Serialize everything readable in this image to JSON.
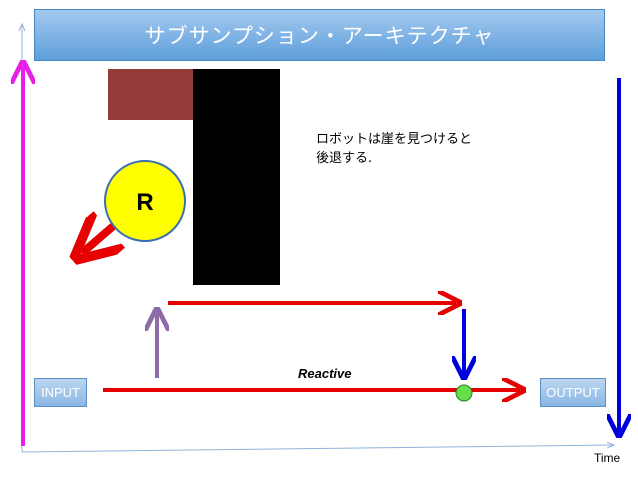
{
  "title": "サブサンプション・アーキテクチャ",
  "robot_label": "R",
  "note_lines": [
    "ロボットは崖を見つけると",
    "後退する."
  ],
  "reactive_label": "Reactive",
  "input_label": "INPUT",
  "output_label": "OUTPUT",
  "time_label": "Time",
  "colors": {
    "banner": "#5f9fdc",
    "cliff_top": "#943c3c",
    "cliff": "#000000",
    "robot": "#ffff00",
    "red_arrow": "#e60000",
    "blue_arrow": "#0000dd",
    "magenta_axis": "#e81ee8",
    "purple_arrow": "#8e6aa6",
    "node": "#66e04a"
  }
}
